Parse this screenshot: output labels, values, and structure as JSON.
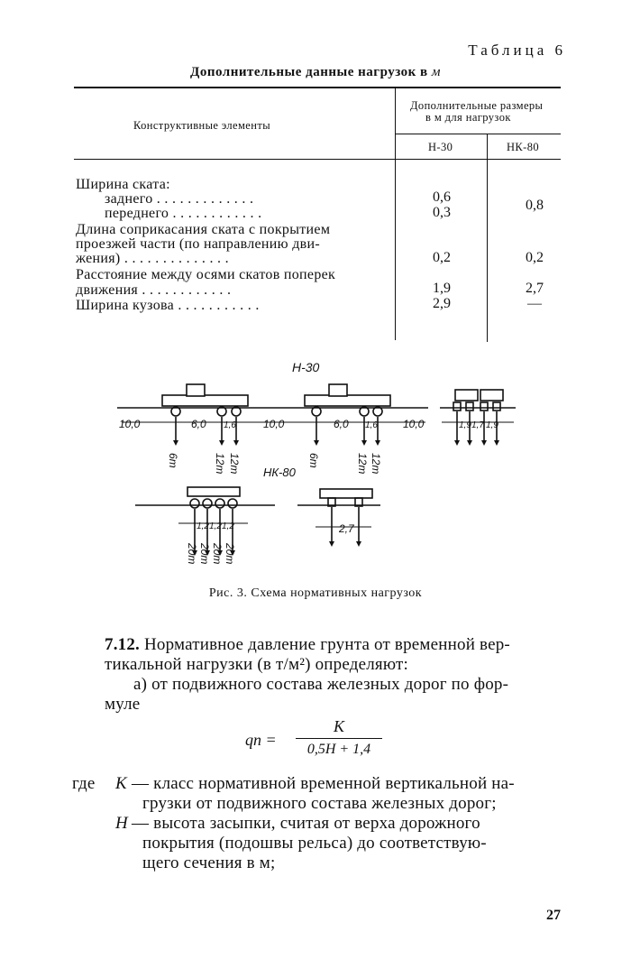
{
  "table": {
    "label": "Таблица 6",
    "caption": "Дополнительные данные нагрузок в",
    "caption_unit": "м",
    "header_elements": "Конструктивные элементы",
    "header_sizes_line1": "Дополнительные размеры",
    "header_sizes_line2": "в м для нагрузок",
    "col1": "Н-30",
    "col2": "НК-80",
    "rows": [
      {
        "text": "Ширина ската:",
        "v1": "",
        "v2": ""
      },
      {
        "text": "заднего . . . . . . . . . . . . .",
        "v1": "0,6",
        "v2": ""
      },
      {
        "text": "переднего . . . . . . . . . . . .",
        "v1": "0,3",
        "v2": "0,8"
      },
      {
        "text": "Длина соприкасания ската с покрытием",
        "v1": "",
        "v2": ""
      },
      {
        "text": "проезжей части (по направлению дви-",
        "v1": "",
        "v2": ""
      },
      {
        "text": "жения) . . . . . . . . . . . . . .",
        "v1": "0,2",
        "v2": "0,2"
      },
      {
        "text": "Расстояние между осями скатов поперек",
        "v1": "",
        "v2": ""
      },
      {
        "text": "движения . . . . . . . . . . . .",
        "v1": "1,9",
        "v2": "2,7"
      },
      {
        "text": "Ширина кузова . . . . . . . . . . .",
        "v1": "2,9",
        "v2": "—"
      }
    ]
  },
  "figure": {
    "label_h30": "Н-30",
    "label_nk80": "НК-80",
    "dim_10_left": "10,0",
    "dim_60_a": "6,0",
    "dim_16_a": "1,6",
    "dim_10_mid": "10,0",
    "dim_60_b": "6,0",
    "dim_16_b": "1,6",
    "dim_10_right": "10,0",
    "dim_19": "1,9",
    "dim_17": "1,7",
    "dim_19b": "1,9",
    "load_6_a": "6т",
    "load_12_a": "12т",
    "load_12_b": "12т",
    "load_6_b": "6т",
    "load_12_c": "12т",
    "load_12_d": "12т",
    "nk_dim_12a": "1,2",
    "nk_dim_12b": "1,2",
    "nk_dim_12c": "1,2",
    "nk_dim_27": "2,7",
    "nk_load": "20т",
    "caption": "Рис. 3. Схема нормативных нагрузок"
  },
  "text": {
    "para_num": "7.12.",
    "para_line1": " Нормативное давление грунта от временной вер-",
    "para_line2": "тикальной нагрузки (в т/м²) определяют:",
    "para_line3": "а) от подвижного состава железных дорог по фор-",
    "para_line4": "муле",
    "formula_lhs": "qп =",
    "formula_num": "K",
    "formula_den": "0,5H + 1,4",
    "where": "где",
    "k_sym": "K",
    "k_def1": "— класс нормативной временной вертикальной на-",
    "k_def2": "грузки от подвижного состава железных дорог;",
    "h_sym": "H",
    "h_def1": "— высота засыпки, считая от верха дорожного",
    "h_def2": "покрытия (подошвы рельса) до соответствую-",
    "h_def3": "щего сечения в м;"
  },
  "page_number": "27"
}
